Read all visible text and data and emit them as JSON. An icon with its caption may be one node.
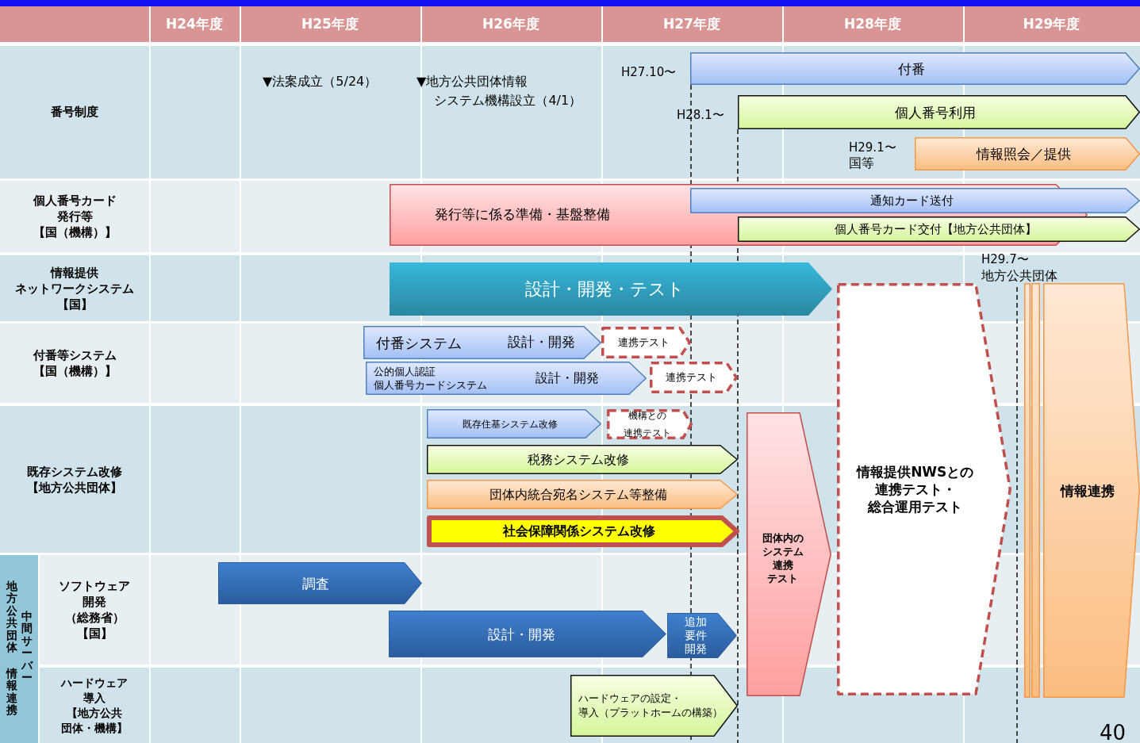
{
  "diagram": {
    "nodes": [
      {
        "text": [
          "付番"
        ],
        "beside": [
          "H27.10〜"
        ]
      },
      {
        "text": [
          "個人番号利用"
        ],
        "beside": [
          "H28.1〜"
        ]
      },
      {
        "text": [
          "情報照会／提供"
        ]
      },
      {
        "text": [
          "発行等に係る準備・基盤整備"
        ]
      },
      {
        "text": [
          "通知カード送付"
        ]
      },
      {
        "text": [
          "個人番号カード交付【地方公共団体】"
        ]
      },
      {
        "text": [
          "設計・開発・テスト"
        ]
      },
      {
        "text": [
          "付番システム",
          "設計・開発"
        ]
      },
      {
        "text": [
          "連携テスト"
        ]
      },
      {
        "text": [
          "公的個人認証個人番号カードシステム",
          "設計・開発"
        ]
      },
      {
        "text": [
          "連携テスト"
        ]
      },
      {
        "text": [
          "既存住基システム改修"
        ]
      },
      {
        "text": [
          "機構との連携テスト"
        ]
      },
      {
        "text": [
          "税務システム改修"
        ]
      },
      {
        "text": [
          "団体内統合宛名システム等整備"
        ]
      },
      {
        "text": [
          "社会保障関係システム改修"
        ]
      },
      {
        "text": [
          "調査"
        ]
      },
      {
        "text": [
          "設計・開発"
        ]
      },
      {
        "text": [
          "追加要件開発"
        ]
      },
      {
        "text": [
          "ハードウェアの設定・導入（プラットホームの構築）"
        ]
      },
      {
        "text": [
          "団体内のシステム連携テスト"
        ]
      },
      {
        "text": [
          "情報提供NWSとの連携テスト・総合運用テスト"
        ]
      },
      {
        "text": [],
        "shape": "bar"
      },
      {
        "text": [],
        "shape": "bar"
      },
      {
        "text": [
          "情報連携"
        ]
      }
    ],
    "labels": [
      "H24年度",
      "H25年度",
      "H26年度",
      "H27年度",
      "H28年度",
      "H29年度",
      "番号制度",
      "▼法案成立（5/24）",
      "▼地方公共団体情報システム機構設立（4/1）",
      "個人番号カード発行等【国（機構）】",
      "情報提供ネットワークシステム【国】",
      "付番等システム【国（機構）】",
      "既存システム改修【地方公共団体】",
      "地方公共団体",
      "情報連携",
      "中間サーバー",
      "ソフトウェア開発（総務省）【国】",
      "ハードウェア導入【地方公共団体・機構】",
      "H29.7〜",
      "地方公共団体",
      "40",
      "H29.1〜",
      "国等"
    ]
  }
}
